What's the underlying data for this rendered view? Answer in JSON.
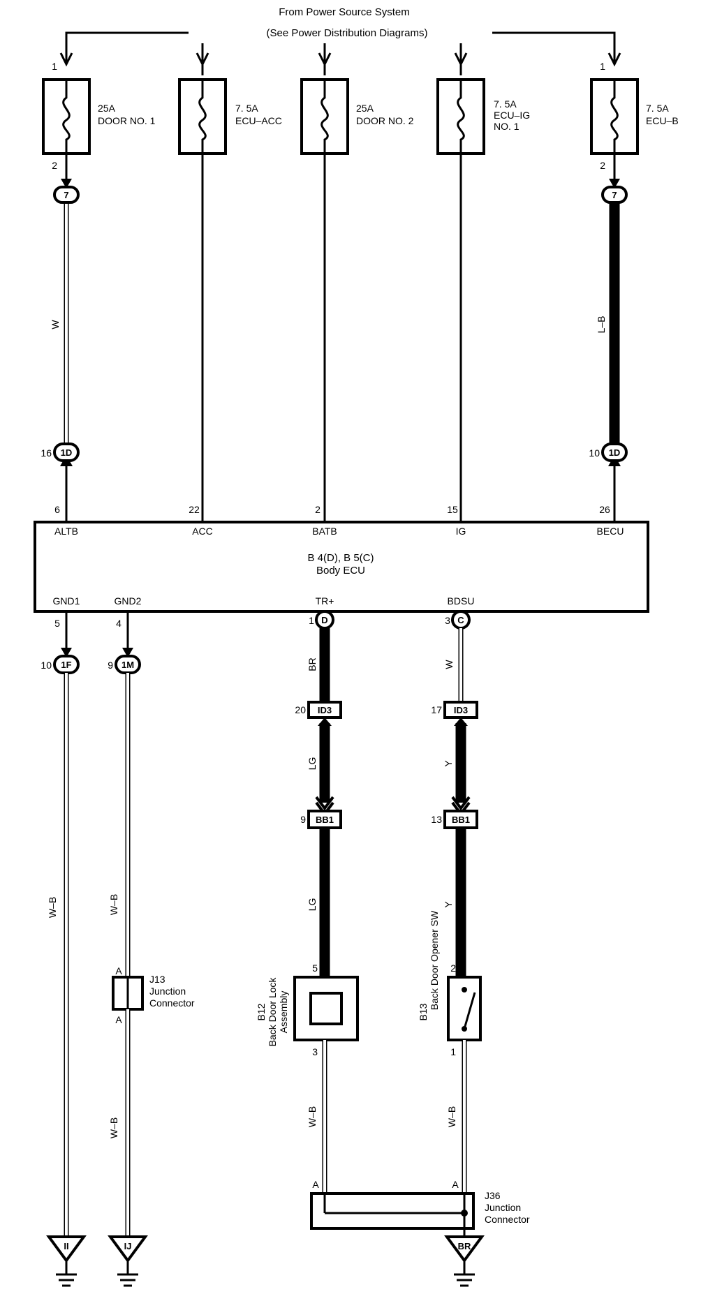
{
  "source": {
    "line1": "From Power Source System",
    "line2": "(See Power Distribution Diagrams)"
  },
  "fuses": [
    {
      "amp": "25A",
      "name": "DOOR NO. 1",
      "name2": "",
      "pin_top": "1",
      "pin_bottom": "2"
    },
    {
      "amp": "7. 5A",
      "name": "ECU–ACC",
      "name2": "",
      "pin_top": "",
      "pin_bottom": ""
    },
    {
      "amp": "25A",
      "name": "DOOR NO. 2",
      "name2": "",
      "pin_top": "",
      "pin_bottom": ""
    },
    {
      "amp": "7. 5A",
      "name": "ECU–IG",
      "name2": "NO. 1",
      "pin_top": "",
      "pin_bottom": ""
    },
    {
      "amp": "7. 5A",
      "name": "ECU–B",
      "name2": "",
      "pin_top": "1",
      "pin_bottom": "2"
    }
  ],
  "connectors_top": [
    {
      "id": "7",
      "pin": ""
    },
    {
      "id": "7",
      "pin": ""
    },
    {
      "id": "1D",
      "pin": "16"
    },
    {
      "id": "1D",
      "pin": "10"
    }
  ],
  "wire_colors": {
    "altb": "W",
    "becu": "L–B",
    "gnd1": "W–B",
    "gnd2_upper": "W–B",
    "gnd2_lower": "W–B",
    "tr_1": "BR",
    "tr_2": "LG",
    "tr_3": "LG",
    "tr_4": "W–B",
    "bdsu_1": "W",
    "bdsu_2": "Y",
    "bdsu_3": "Y",
    "bdsu_4": "W–B"
  },
  "ecu": {
    "line1": "B 4(D), B 5(C)",
    "line2": "Body ECU",
    "top_terminals": [
      {
        "pin": "6",
        "name": "ALTB"
      },
      {
        "pin": "22",
        "name": "ACC"
      },
      {
        "pin": "2",
        "name": "BATB"
      },
      {
        "pin": "15",
        "name": "IG"
      },
      {
        "pin": "26",
        "name": "BECU"
      }
    ],
    "bottom_terminals": [
      {
        "pin": "5",
        "name": "GND1"
      },
      {
        "pin": "4",
        "name": "GND2"
      },
      {
        "pin": "1",
        "name": "TR+"
      },
      {
        "pin": "3",
        "name": "BDSU"
      }
    ]
  },
  "connectors_bottom": {
    "gnd1": {
      "id": "1F",
      "pin": "10"
    },
    "gnd2": {
      "id": "1M",
      "pin": "9"
    },
    "tr_ecu": {
      "id": "D"
    },
    "bdsu_ecu": {
      "id": "C"
    },
    "tr_id3": {
      "id": "ID3",
      "pin": "20"
    },
    "bdsu_id3": {
      "id": "ID3",
      "pin": "17"
    },
    "tr_bb1": {
      "id": "BB1",
      "pin": "9"
    },
    "bdsu_bb1": {
      "id": "BB1",
      "pin": "13"
    }
  },
  "j13": {
    "id": "J13",
    "name1": "Junction",
    "name2": "Connector",
    "pin_top": "A",
    "pin_bottom": "A"
  },
  "b12": {
    "id": "B12",
    "name1": "Back Door Lock",
    "name2": "Assembly",
    "pin_top": "5",
    "pin_bottom": "3"
  },
  "b13": {
    "id": "B13",
    "name1": "Back Door Opener SW",
    "pin_top": "2",
    "pin_bottom": "1"
  },
  "j36": {
    "id": "J36",
    "name1": "Junction",
    "name2": "Connector",
    "pin_left": "A",
    "pin_right": "A"
  },
  "grounds": [
    {
      "id": "II"
    },
    {
      "id": "IJ"
    },
    {
      "id": "BR"
    }
  ]
}
